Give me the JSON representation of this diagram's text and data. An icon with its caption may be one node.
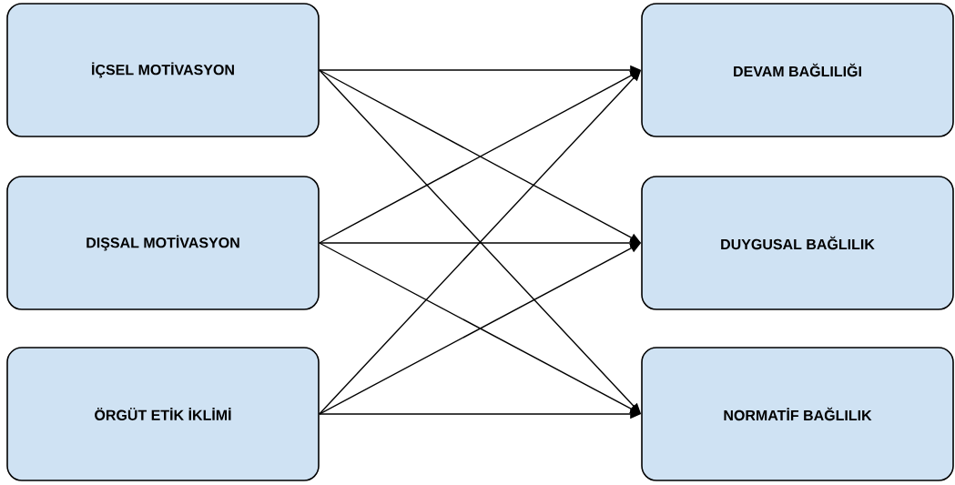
{
  "diagram": {
    "nodes": [
      {
        "text": [
          "İÇSEL MOTİVASYON"
        ]
      },
      {
        "text": [
          "DIŞSAL MOTİVASYON"
        ]
      },
      {
        "text": [
          "ÖRGÜT ETİK İKLİMİ"
        ]
      },
      {
        "text": [
          "DEVAM BAĞLILIĞI"
        ]
      },
      {
        "text": [
          "DUYGUSAL BAĞLILIK"
        ]
      },
      {
        "text": [
          "NORMATİF BAĞLILIK"
        ]
      }
    ],
    "edges": [
      {
        "from": 0,
        "to": 3,
        "arrow": "to"
      },
      {
        "from": 0,
        "to": 4,
        "arrow": "to"
      },
      {
        "from": 0,
        "to": 5,
        "arrow": "to"
      },
      {
        "from": 1,
        "to": 3,
        "arrow": "to"
      },
      {
        "from": 1,
        "to": 4,
        "arrow": "to"
      },
      {
        "from": 1,
        "to": 5,
        "arrow": "to"
      },
      {
        "from": 2,
        "to": 3,
        "arrow": "to"
      },
      {
        "from": 2,
        "to": 4,
        "arrow": "to"
      },
      {
        "from": 2,
        "to": 5,
        "arrow": "to"
      }
    ]
  }
}
